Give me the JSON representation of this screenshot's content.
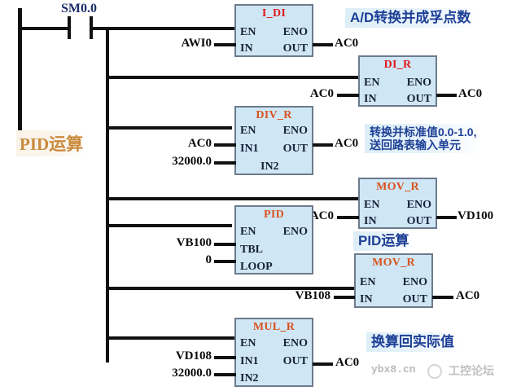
{
  "diagram": {
    "title": "PID运算",
    "rung_tag": "SM0.0"
  },
  "blocks": [
    {
      "id": "i_di",
      "name": "I_DI",
      "pins_left": [
        "EN",
        "IN"
      ],
      "pins_right": [
        "ENO",
        "OUT"
      ],
      "input_operands": [
        "AWI0"
      ],
      "output_operand": "AC0"
    },
    {
      "id": "di_r",
      "name": "DI_R",
      "pins_left": [
        "EN",
        "IN"
      ],
      "pins_right": [
        "ENO",
        "OUT"
      ],
      "input_operands": [
        "AC0"
      ],
      "output_operand": "AC0"
    },
    {
      "id": "div_r",
      "name": "DIV_R",
      "pins_left": [
        "EN",
        "IN1",
        "IN2"
      ],
      "pins_right": [
        "ENO",
        "OUT"
      ],
      "input_operands": [
        "AC0",
        "32000.0"
      ],
      "output_operand": "AC0"
    },
    {
      "id": "mov_r_1",
      "name": "MOV_R",
      "pins_left": [
        "EN",
        "IN"
      ],
      "pins_right": [
        "ENO",
        "OUT"
      ],
      "input_operands": [
        "AC0"
      ],
      "output_operand": "VD100"
    },
    {
      "id": "pid",
      "name": "PID",
      "pins_left": [
        "EN",
        "TBL",
        "LOOP"
      ],
      "pins_right": [
        "ENO"
      ],
      "input_operands": [
        "VB100",
        "0"
      ],
      "output_operand": ""
    },
    {
      "id": "mov_r_2",
      "name": "MOV_R",
      "pins_left": [
        "EN",
        "IN"
      ],
      "pins_right": [
        "ENO",
        "OUT"
      ],
      "input_operands": [
        "VB108"
      ],
      "output_operand": "AC0"
    },
    {
      "id": "mul_r",
      "name": "MUL_R",
      "pins_left": [
        "EN",
        "IN1",
        "IN2"
      ],
      "pins_right": [
        "ENO",
        "OUT"
      ],
      "input_operands": [
        "VD108",
        "32000.0"
      ],
      "output_operand": "AC0"
    }
  ],
  "notes": {
    "ad_convert": "A/D转换并成孚点数",
    "normalize_line1": "转换并标准值0.0-1.0,",
    "normalize_line2": "送回路表输入单元",
    "pid_calc": "PID运算",
    "scale_back": "换算回实际值"
  },
  "watermark": {
    "site": "ybx8.cn",
    "forum": "工控论坛"
  },
  "colors": {
    "block_fill": "#cfe6f5",
    "block_border": "#6b7b8c",
    "title_orange": "#d9531e",
    "title_red": "#e01b1b",
    "note_blue": "#1d3f96",
    "tag_blue": "#1c2d6b",
    "wire": "#111111",
    "maintitle_orange": "#c98a3c"
  }
}
